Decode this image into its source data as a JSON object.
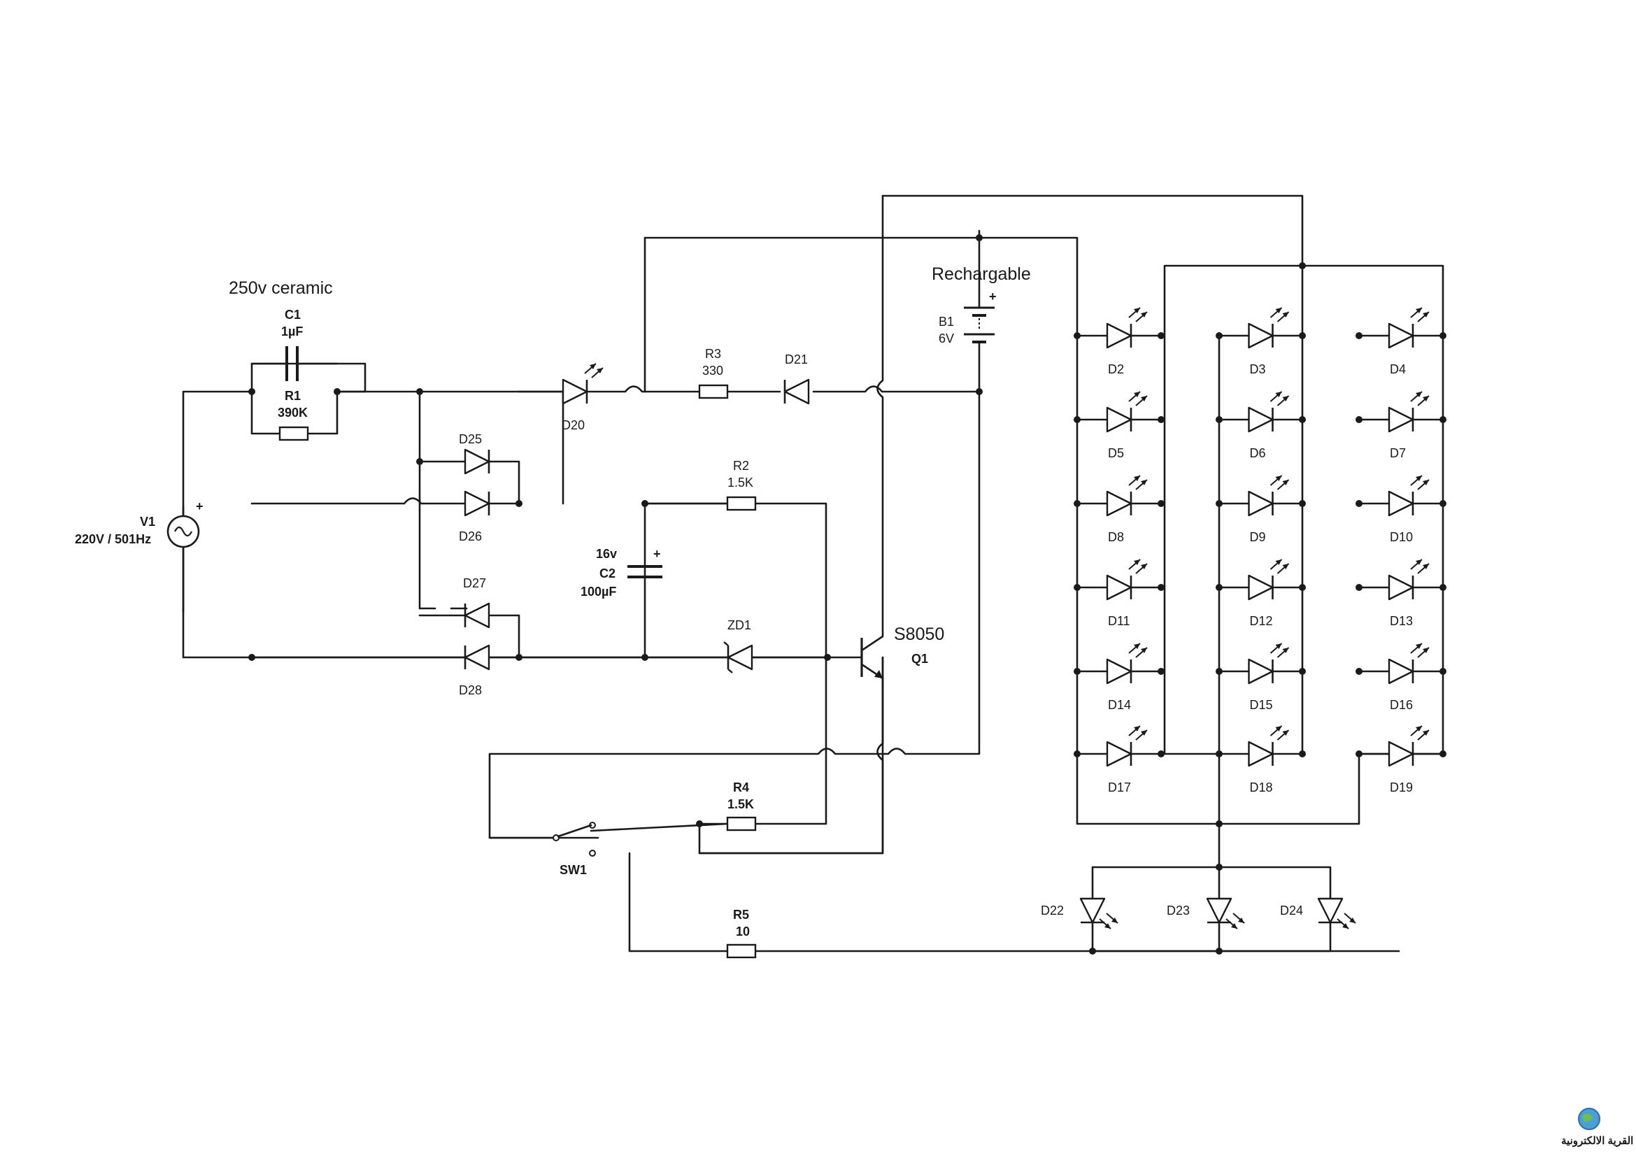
{
  "title_note": "250v ceramic",
  "battery_note": "Rechargable",
  "transistor_type": "S8050",
  "components": {
    "V1": {
      "ref": "V1",
      "value": "220V / 501Hz",
      "polarity": "+"
    },
    "C1": {
      "ref": "C1",
      "value": "1µF"
    },
    "R1": {
      "ref": "R1",
      "value": "390K"
    },
    "R2": {
      "ref": "R2",
      "value": "1.5K"
    },
    "R3": {
      "ref": "R3",
      "value": "330"
    },
    "R4": {
      "ref": "R4",
      "value": "1.5K"
    },
    "R5": {
      "ref": "R5",
      "value": "10"
    },
    "C2": {
      "ref": "C2",
      "value": "100µF",
      "voltage": "16v",
      "polarity": "+"
    },
    "B1": {
      "ref": "B1",
      "value": "6V",
      "polarity": "+"
    },
    "Q1": {
      "ref": "Q1"
    },
    "ZD1": {
      "ref": "ZD1"
    },
    "SW1": {
      "ref": "SW1"
    },
    "D20": {
      "ref": "D20"
    },
    "D21": {
      "ref": "D21"
    },
    "D25": {
      "ref": "D25"
    },
    "D26": {
      "ref": "D26"
    },
    "D27": {
      "ref": "D27"
    },
    "D28": {
      "ref": "D28"
    }
  },
  "led_matrix": {
    "rows": [
      [
        "D2",
        "D3",
        "D4"
      ],
      [
        "D5",
        "D6",
        "D7"
      ],
      [
        "D8",
        "D9",
        "D10"
      ],
      [
        "D11",
        "D12",
        "D13"
      ],
      [
        "D14",
        "D15",
        "D16"
      ],
      [
        "D17",
        "D18",
        "D19"
      ]
    ]
  },
  "bottom_leds": [
    "D22",
    "D23",
    "D24"
  ],
  "logo": {
    "text": "القرية الالكترونية",
    "icon": "globe-tools-icon"
  }
}
